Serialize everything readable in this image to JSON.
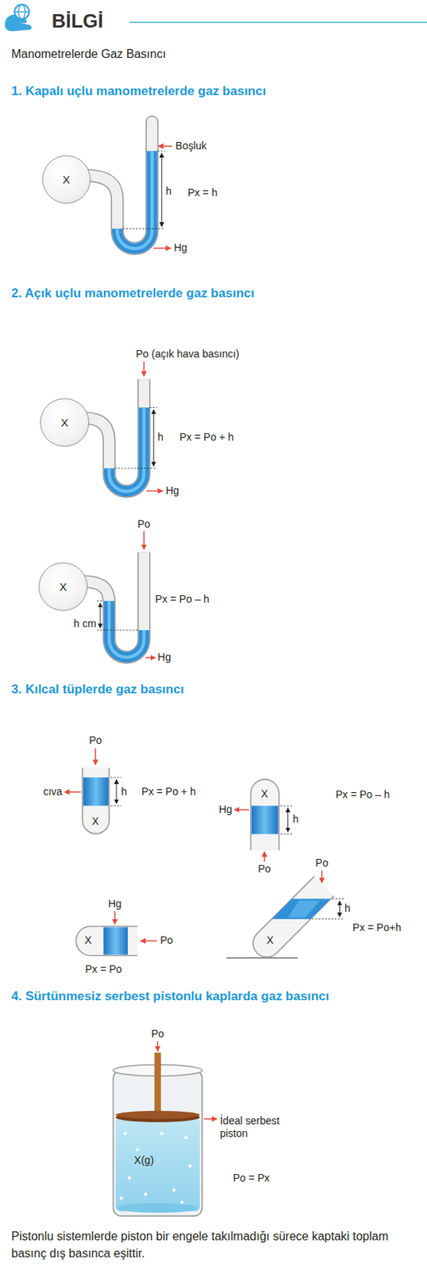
{
  "diagram": {
    "title": "BİLGİ",
    "nodes": [
      {
        "text": [
          "X"
        ]
      },
      {
        "text": [
          "X"
        ]
      },
      {
        "text": [
          "X"
        ]
      }
    ],
    "edges": [],
    "labels": [
      "Manometrelerde Gaz Basıncı",
      "1. Kapalı uçlu manometrelerde gaz basıncı",
      "Boşluk",
      "h",
      "Px = h",
      "Hg",
      "2. Açık uçlu manometrelerde gaz basıncı",
      "Po (açık hava basıncı)",
      "h",
      "Px = Po + h",
      "Hg",
      "Po",
      "h cm",
      "Px = Po – h",
      "Hg",
      "3. Kılcal tüplerde gaz basıncı",
      "Po",
      "cıva",
      "h",
      "Px = Po + h",
      "X",
      "Hg",
      "X",
      "h",
      "Po",
      "Px = Po – h",
      "Hg",
      "X",
      "Po",
      "Px = Po",
      "Po",
      "h",
      "Px = Po+h",
      "X",
      "4. Sürtünmesiz serbest pistonlu kaplarda gaz basıncı",
      "Po",
      "İdeal serbest piston",
      "X(g)",
      "Po = Px",
      "Pistonlu sistemlerde piston bir engele takılmadığı sürece kaptaki toplam basınç dış basınca eşittir."
    ]
  }
}
